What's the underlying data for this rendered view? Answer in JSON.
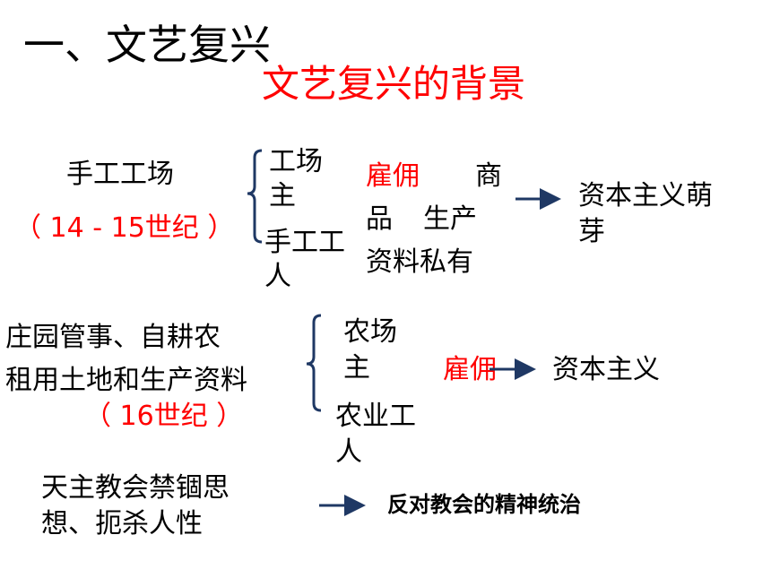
{
  "slide": {
    "title": "一、文艺复兴",
    "subtitle": "文艺复兴的背景",
    "accent_color": "#ff0000",
    "arrow_color": "#1f3864"
  },
  "section1": {
    "left_line1": "手工工场",
    "left_line2": "（ 14 - 15世纪 ）",
    "brace_top_1": "工场",
    "brace_top_2": "主",
    "brace_bottom_1": "手工工",
    "brace_bottom_2": "人",
    "relation": "雇佣",
    "rel_a": "商",
    "rel_b": "品",
    "rel_c": "生产",
    "rel_d": "资料私有",
    "result_1": "资本主义萌",
    "result_2": "芽"
  },
  "section2": {
    "left_line1": "庄园管事、自耕农",
    "left_line2": "租用土地和生产资料",
    "left_line3": "（ 16世纪 ）",
    "brace_top_1": "农场",
    "brace_top_2": "主",
    "brace_bottom_1": "农业工",
    "brace_bottom_2": "人",
    "relation": "雇佣",
    "result": "资本主义"
  },
  "section3": {
    "left_line1": "天主教会禁锢思",
    "left_line2": "想、扼杀人性",
    "result": "反对教会的精神统治"
  }
}
